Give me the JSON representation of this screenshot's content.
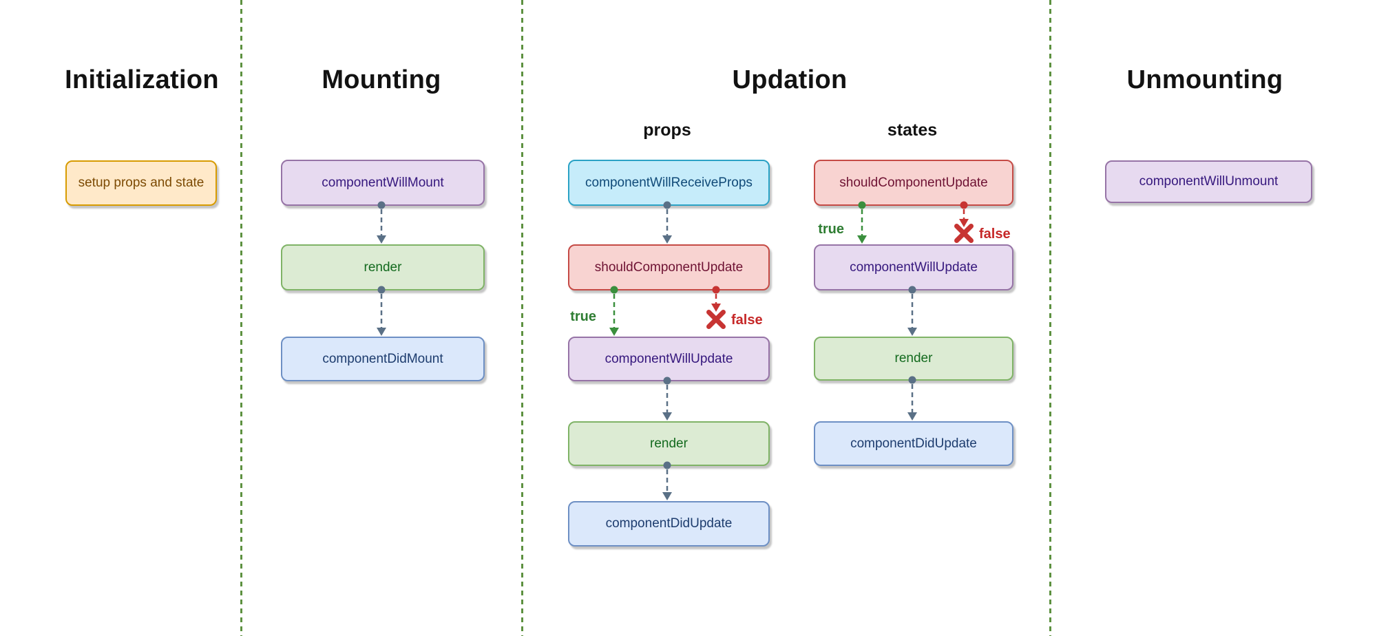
{
  "diagram": {
    "initialization": {
      "title": "Initialization",
      "nodes": {
        "setup": "setup props and state"
      }
    },
    "mounting": {
      "title": "Mounting",
      "nodes": {
        "will_mount": "componentWillMount",
        "render": "render",
        "did_mount": "componentDidMount"
      }
    },
    "updation": {
      "title": "Updation",
      "props_column": {
        "label": "props",
        "nodes": {
          "will_receive_props": "componentWillReceiveProps",
          "should_update": "shouldComponentUpdate",
          "will_update": "componentWillUpdate",
          "render": "render",
          "did_update": "componentDidUpdate"
        }
      },
      "states_column": {
        "label": "states",
        "nodes": {
          "should_update": "shouldComponentUpdate",
          "will_update": "componentWillUpdate",
          "render": "render",
          "did_update": "componentDidUpdate"
        }
      }
    },
    "unmounting": {
      "title": "Unmounting",
      "nodes": {
        "will_unmount": "componentWillUnmount"
      }
    },
    "branches": {
      "true_label": "true",
      "false_label": "false"
    },
    "icons": {
      "false_branch_x": "✖"
    },
    "colors": {
      "divider": "#5d9140",
      "edge": "#5a7086",
      "true_branch": "#2e7d32",
      "false_branch": "#c62828",
      "node_orange_border": "#d79b00",
      "node_purple_border": "#9673a6",
      "node_green_border": "#7fb366",
      "node_blue_border": "#6d8fc4",
      "node_cyan_border": "#2aa2c5",
      "node_red_border": "#c54a45"
    }
  }
}
